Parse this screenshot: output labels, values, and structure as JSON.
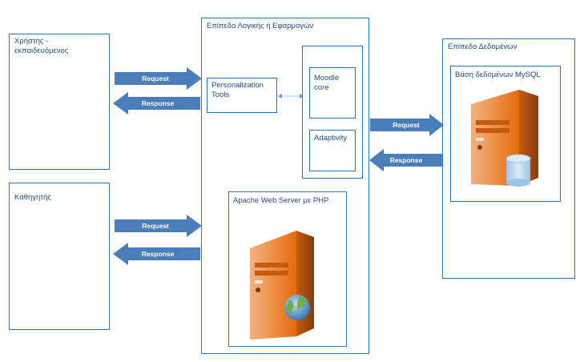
{
  "student_box": {
    "label": "Χρήστης - εκπαιδευόμενος"
  },
  "teacher_box": {
    "label": "Καθηγητής"
  },
  "logic_layer": {
    "title": "Επίπεδο Λογικής ή Εφαρμογών",
    "personalization": "Personalization Tools",
    "moodle_core": "Moodle core",
    "adaptivity": "Adaptivity",
    "apache": "Apache Web Server με PHP"
  },
  "data_layer": {
    "title": "Επίπεδο Δεδομένων",
    "mysql": "Βάση δεδομένων MySQL"
  },
  "arrows": {
    "request": "Request",
    "response": "Response"
  },
  "colors": {
    "border": "#2e75b6",
    "arrow": "#4a7ebb",
    "server_orange": "#e46c0a",
    "monitor_blue": "#5b9bd5"
  }
}
